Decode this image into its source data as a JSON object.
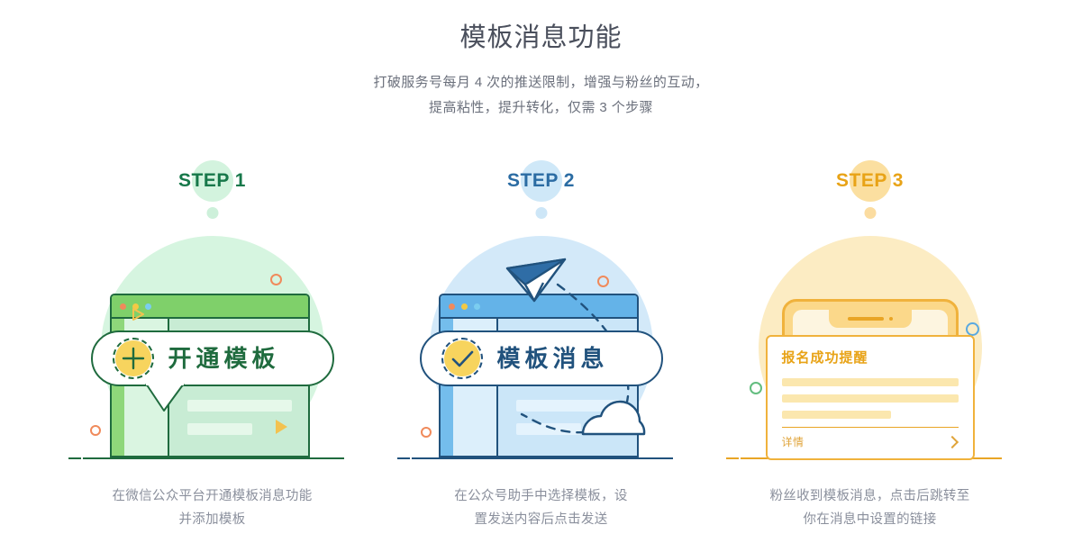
{
  "header": {
    "title": "模板消息功能",
    "subtitle_lines": [
      "打破服务号每月 4 次的推送限制，增强与粉丝的互动，",
      "提高粘性，提升转化，仅需 3 个步骤"
    ]
  },
  "steps": [
    {
      "label": "STEP 1",
      "accent": "#17784a",
      "badge_color": "#d3f3de",
      "pill_text": "开通模板",
      "pill_icon": "plus-icon",
      "caption_lines": [
        "在微信公众平台开通模板消息功能",
        "并添加模板"
      ]
    },
    {
      "label": "STEP 2",
      "accent": "#2b6ca3",
      "badge_color": "#cfe8f8",
      "pill_text": "模板消息",
      "pill_icon": "check-icon",
      "caption_lines": [
        "在公众号助手中选择模板，设",
        "置发送内容后点击发送"
      ]
    },
    {
      "label": "STEP 3",
      "accent": "#e8a317",
      "badge_color": "#fbdfa0",
      "notification": {
        "title": "报名成功提醒",
        "more_label": "详情",
        "chevron_icon": "chevron-right-icon"
      },
      "caption_lines": [
        "粉丝收到模板消息，点击后跳转至",
        "你在消息中设置的链接"
      ]
    }
  ],
  "colors": {
    "green_dark": "#1f6b3e",
    "green_light": "#d6f5e0",
    "blue_dark": "#21527d",
    "blue_light": "#d3e9f9",
    "orange": "#e9a525",
    "orange_light": "#fcecc3",
    "yellow": "#f7d45e",
    "text_title": "#4a4f5c",
    "text_caption": "#8a8f9c"
  }
}
